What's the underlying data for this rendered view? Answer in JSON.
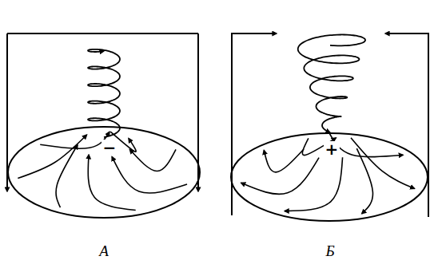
{
  "diagram": {
    "nodes": [
      {
        "text": [
          "−"
        ]
      },
      {
        "text": [
          "+"
        ]
      }
    ],
    "labels": [
      "А",
      "Б"
    ]
  }
}
